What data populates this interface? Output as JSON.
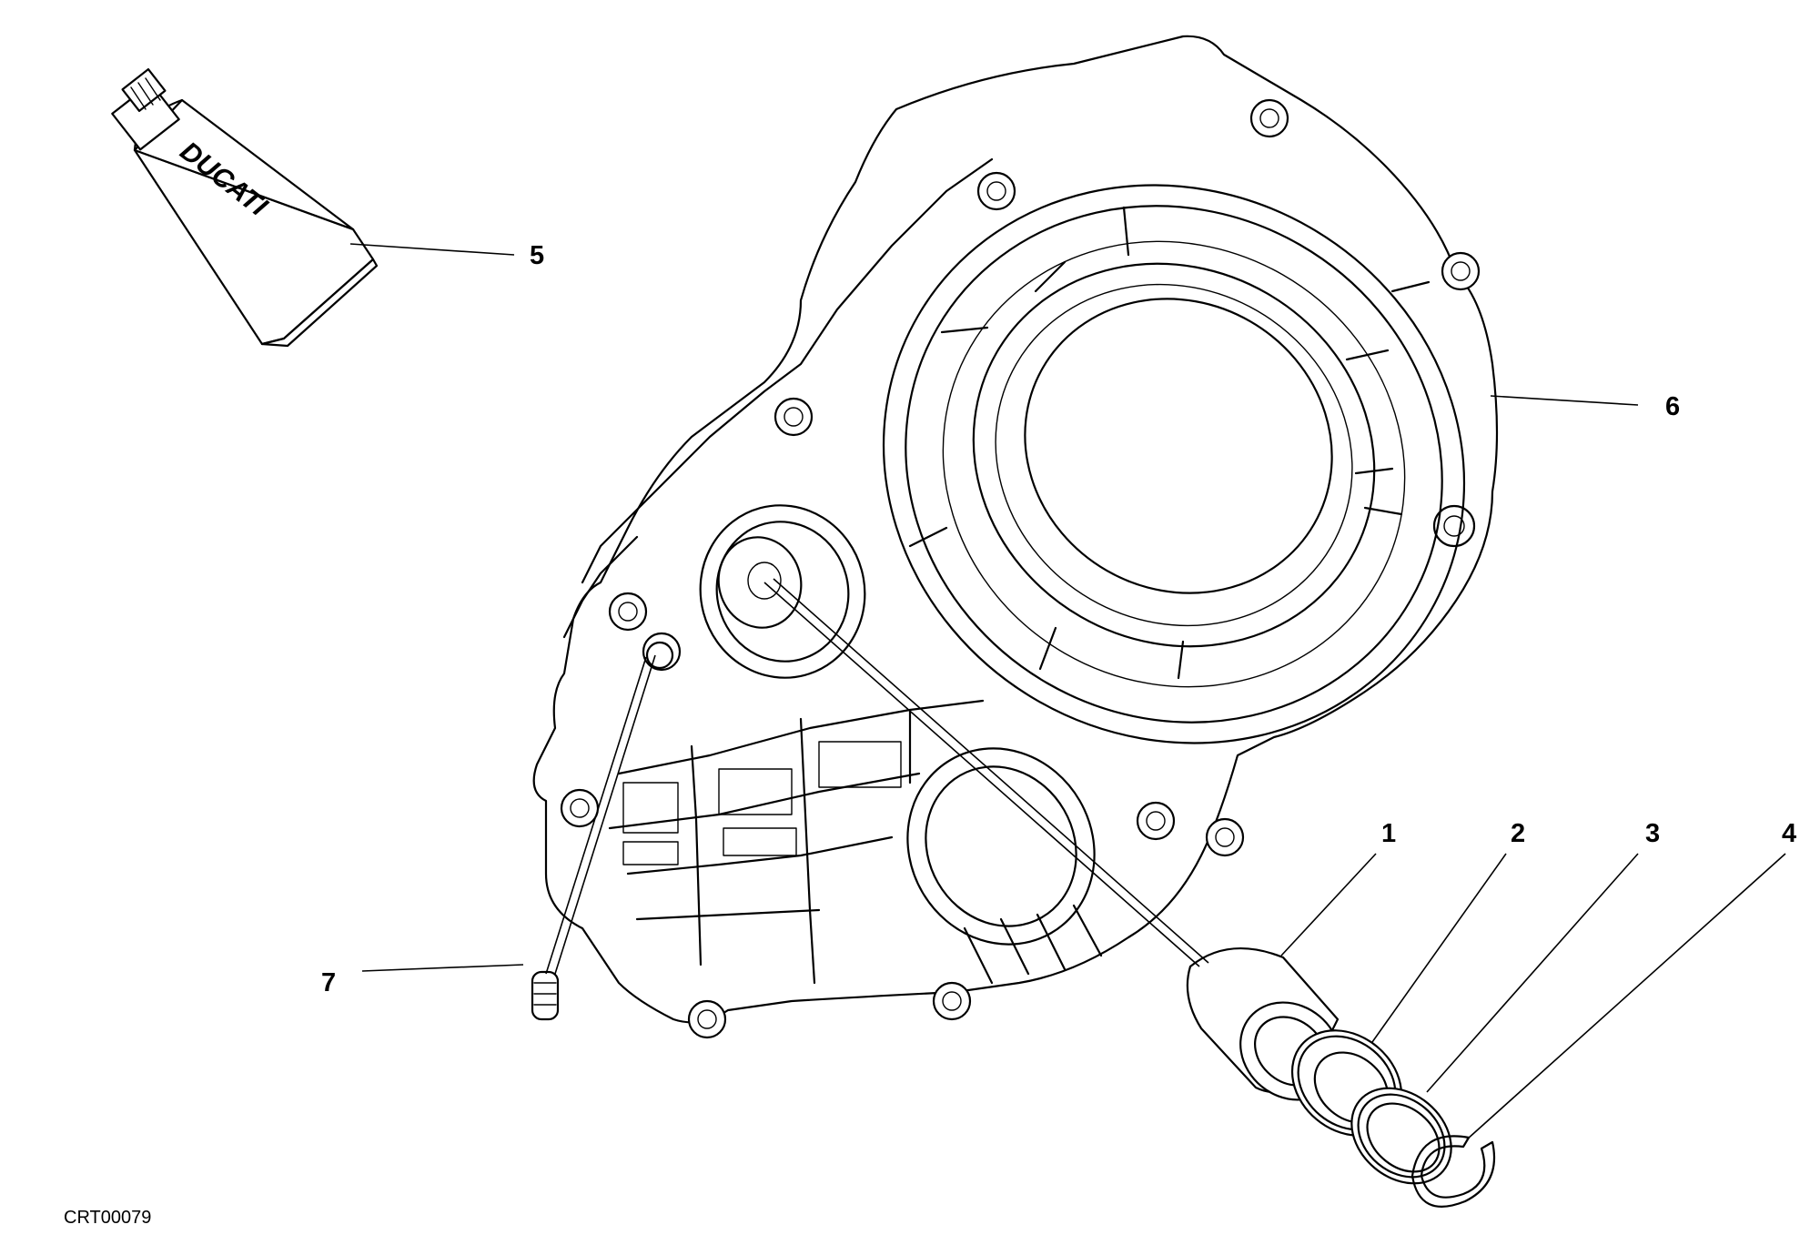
{
  "diagram": {
    "drawing_code": "CRT00079",
    "tube_brand": "DUCATI",
    "callouts": {
      "c1": "1",
      "c2": "2",
      "c3": "3",
      "c4": "4",
      "c5": "5",
      "c6": "6",
      "c7": "7"
    }
  }
}
